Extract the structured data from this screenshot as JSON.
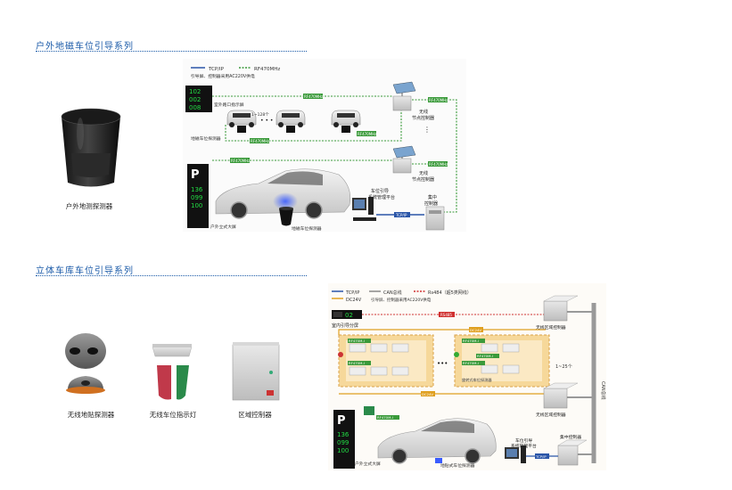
{
  "section1": {
    "title": "户外地磁车位引导系列",
    "product": {
      "caption": "户外地测探测器"
    },
    "diagram": {
      "legend_tcp": "TCP/IP",
      "legend_rf": "RF470MHz",
      "legend_note": "引导屏、控制器采用AC220V供电",
      "rf_link_label": "RF470MHz",
      "indoor_screen_label": "室外路口指示屏",
      "screen_rows": [
        "102",
        "002",
        "008"
      ],
      "detector_label": "地磁车位探测器",
      "count_label": "1~128个",
      "wireless_node_1": [
        "无线",
        "节点控制器"
      ],
      "wireless_node_2": [
        "无线",
        "节点控制器"
      ],
      "platform_label": [
        "车位引导",
        "系统管理平台"
      ],
      "central_label": [
        "集中",
        "控制器"
      ],
      "big_screen_label": "户外立式大屏",
      "big_screen_rows": [
        "136",
        "099",
        "100"
      ],
      "sensor_label": "地磁车位探测器",
      "p_letter": "P",
      "tcp_link_label": "TCP/IP"
    }
  },
  "section2": {
    "title": "立体车库车位引导系列",
    "products": [
      {
        "caption": "无线地贴探测器"
      },
      {
        "caption": "无线车位指示灯"
      },
      {
        "caption": "区域控制器"
      }
    ],
    "diagram": {
      "legend_tcp": "TCP/IP",
      "legend_can": "CAN总线",
      "legend_rs485": "Rs484（超5类网线）",
      "legend_dc": "DC24V",
      "legend_note": "引导屏、控制器采用AC220V供电",
      "indoor_screen_label": "室内引导分屏",
      "indoor_screen_value": "02",
      "rf_labels": [
        "RF470M-I",
        "RF470M-I",
        "RF470M-I",
        "RF470M-I"
      ],
      "rf_mid_label": "RF470M-I",
      "garage_label": "旋转式车位探测器",
      "range_label": "1~25个",
      "area_ctrl_1": "无线区域控制器",
      "area_ctrl_2": "无线区域控制器",
      "can_bus": "CAN总线",
      "dc_labels": [
        "DC24V",
        "DC24V"
      ],
      "rs485_label": "RS485",
      "platform_label": [
        "车位引导",
        "系统管理平台"
      ],
      "central_label": "集中控制器",
      "big_screen_label": "户外立式大屏",
      "big_screen_rows": [
        "136",
        "099",
        "100"
      ],
      "sensor_label": "地贴式车位探测器",
      "p_letter": "P",
      "rf_bottom": "RF470M-I"
    }
  },
  "colors": {
    "title_blue": "#1a5aa8",
    "tcp_line": "#2a55a8",
    "rf_line": "#3a9a3a",
    "can_line": "#888888",
    "rs485_line": "#d03030",
    "dc_line": "#e0a020",
    "screen_green": "#22dd44",
    "screen_red": "#ff3030"
  }
}
